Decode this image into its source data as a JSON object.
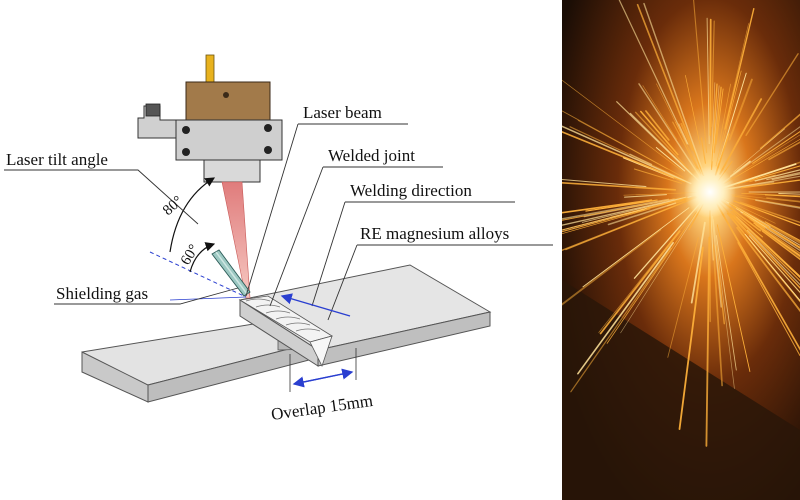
{
  "diagram": {
    "labels": {
      "laser_tilt_angle": "Laser tilt angle",
      "laser_beam": "Laser beam",
      "welded_joint": "Welded joint",
      "welding_direction": "Welding direction",
      "re_magnesium_alloys": "RE magnesium alloys",
      "shielding_gas": "Shielding gas",
      "overlap": "Overlap 15mm",
      "angle_80": "80°",
      "angle_60": "60°"
    },
    "colors": {
      "plate_top": "#e3e3e3",
      "plate_side": "#c4c4c4",
      "laser_head": "#a27a4a",
      "beam": "#ec8a86",
      "dimension": "#2a3fd0",
      "nozzle": "#66a8a0"
    }
  },
  "photo": {
    "subject": "welding-sparks-photo",
    "colors": {
      "background": "#1a0d05",
      "spark": "#ffb13a",
      "core": "#fff6d6"
    }
  }
}
